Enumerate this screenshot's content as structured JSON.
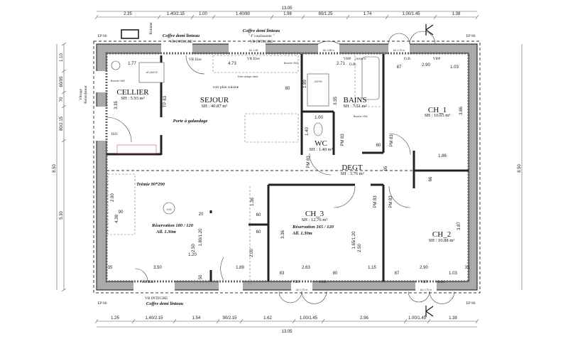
{
  "dimensions": {
    "top_total": "13.05",
    "top": [
      "2.35",
      "1.40/2.15",
      "1.00",
      "1.40/80",
      "1.98",
      "80/1.25",
      "1.74",
      "1.00/1.45",
      "1.38"
    ],
    "bottom_total": "13.05",
    "bottom": [
      "1.25",
      "1.40/2.15",
      "1.54",
      "90/2.15",
      "1.62",
      "1.00/1.45",
      "2.96",
      "1.00/1.45",
      "1.38"
    ],
    "left_total": "8.50",
    "left": [
      "1.10",
      "60/95",
      "70",
      "80/2.15",
      "5.30"
    ],
    "right_total": "8.50"
  },
  "rooms": [
    {
      "name": "CELLIER",
      "area": "SH : 5.93 m²"
    },
    {
      "name": "SEJOUR",
      "area": "SH : 40.87 m²"
    },
    {
      "name": "BAINS",
      "area": "SH : 7.51 m²"
    },
    {
      "name": "CH_1",
      "area": "SH : 10.65 m²"
    },
    {
      "name": "WC",
      "area": "SH : 1.40 m²"
    },
    {
      "name": "DEGT",
      "area": "SH : 3.76 m²"
    },
    {
      "name": "CH_3",
      "area": "SH : 12.76 m²"
    },
    {
      "name": "CH_2",
      "area": "SH : 10.88 m²"
    }
  ],
  "annotations": {
    "ep": "EP 80",
    "robinet": "Robinet",
    "coffre": "Coffre demi linteau",
    "vr_integre": "VR INTEGRE",
    "coulissante": "\" F coulissante \"",
    "vitrage": "Vitrage",
    "retardateur": "Retardateur",
    "galandage": "Porte à galandage",
    "voir_cuisine": "voir plan cuisine",
    "tremie": "Trémie 90*290",
    "reservation_1": "Réservation 180 / 120",
    "reservation_2": "Réservation 165 / 120",
    "allege_130": "All. 1.30m",
    "iso": "ISO",
    "vr_elec": "VR Elec",
    "bouche_vmc": "Bouche VMC",
    "atlantic": "ATLANTIC",
    "shower": "120*90",
    "granite": "GRANITE",
    "ob": "O.B.",
    "vbp": "VBP",
    "all_135": "All. 1.35",
    "all_085": "All. 0.85 m",
    "all_070": "All. 0.70 m",
    "evier": "Evier charge client",
    "level": "0.00",
    "pm83": "PM 83",
    "tp83": "TP 83"
  },
  "inner_dims": {
    "d177": "1.77",
    "d473": "4.73",
    "d80": "80",
    "d335": "3.35",
    "d290": "2.90",
    "d90": "90",
    "d438": "4.38",
    "d350": "3.50",
    "d120": "1.20",
    "d250": "2.50",
    "d180120": "1.80/1.20",
    "d20": "20",
    "d50": "50",
    "d189": "1.89",
    "d200": "2.00",
    "d136": "1.36",
    "d60": "60",
    "d336": "3.36",
    "d83": "83",
    "d263": "2.63",
    "d165120": "1.65/1.20",
    "d115": "1.15",
    "d87": "87",
    "d103": "1.03",
    "d387": "3.87",
    "d186": "1.86",
    "d66": "66",
    "d95": "95",
    "d271": "2.71",
    "d386": "3.86",
    "d100": "1.00",
    "d140": "1.40",
    "d189b": "1.89",
    "d35": "35"
  }
}
